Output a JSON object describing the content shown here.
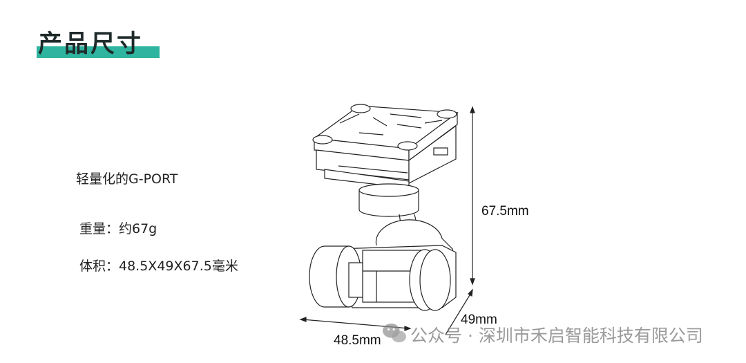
{
  "header": {
    "title": "产品尺寸",
    "accent_color": "#2fb59f"
  },
  "specs": {
    "product_name": "轻量化的G-PORT",
    "weight": "重量：约67g",
    "volume": "体积：48.5X49X67.5毫米"
  },
  "dimensions": {
    "height": "67.5mm",
    "depth": "49mm",
    "width": "48.5mm"
  },
  "watermark": {
    "text": "公众号 · 深圳市禾启智能科技有限公司",
    "icon": "wechat-icon"
  }
}
